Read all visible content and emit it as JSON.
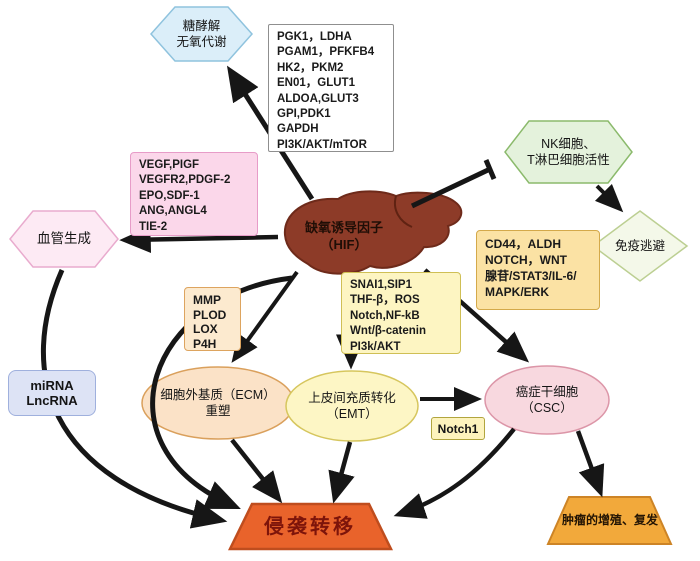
{
  "palette": {
    "liver_fill": "#8d3b28",
    "invasion_fill": "#e9632b",
    "tumor_fill": "#f2a93b",
    "glycolysis_fill": "#dbeef9",
    "angiogenesis_fill": "#fdeaf4",
    "nk_fill": "#e4f2dc",
    "immune_fill": "#f4f8e9",
    "arrow_color": "#161616"
  },
  "nodes": {
    "glycolysis": {
      "lines": [
        "糖酵解",
        "无氧代谢"
      ]
    },
    "glycolysis_genes": {
      "lines": [
        "PGK1，LDHA",
        "PGAM1，PFKFB4",
        "HK2，PKM2",
        "EN01，GLUT1",
        "ALDOA,GLUT3",
        "GPI,PDK1",
        "GAPDH",
        "PI3K/AKT/mTOR"
      ]
    },
    "angiogenesis_factors": {
      "lines": [
        "VEGF,PIGF",
        "VEGFR2,PDGF-2",
        "EPO,SDF-1",
        "ANG,ANGL4",
        "TIE-2"
      ]
    },
    "angiogenesis": {
      "label": "血管生成"
    },
    "hif": {
      "lines": [
        "缺氧诱导因子",
        "（HIF）"
      ]
    },
    "nk": {
      "lines": [
        "NK细胞、",
        "T淋巴细胞活性"
      ]
    },
    "immune_evasion": {
      "label": "免疫逃避"
    },
    "stemness_genes": {
      "lines": [
        "CD44，ALDH",
        "NOTCH，WNT",
        "腺苷/STAT3/IL-6/",
        "MAPK/ERK"
      ]
    },
    "ecm_genes": {
      "lines": [
        "MMP",
        "PLOD",
        "LOX",
        "P4H"
      ]
    },
    "emt_genes": {
      "lines": [
        "SNAI1,SIP1",
        "THF-β，ROS",
        "Notch,NF-kB",
        "Wnt/β-catenin",
        "PI3k/AKT"
      ]
    },
    "ncrna": {
      "lines": [
        "miRNA",
        "LncRNA"
      ]
    },
    "ecm": {
      "lines": [
        "细胞外基质（ECM）",
        "重塑"
      ]
    },
    "emt": {
      "lines": [
        "上皮间充质转化",
        "（EMT）"
      ]
    },
    "csc": {
      "lines": [
        "癌症干细胞",
        "（CSC）"
      ]
    },
    "notch1": {
      "label": "Notch1"
    },
    "invasion": {
      "label": "侵袭转移"
    },
    "proliferation": {
      "label": "肿瘤的增殖、复发"
    }
  }
}
